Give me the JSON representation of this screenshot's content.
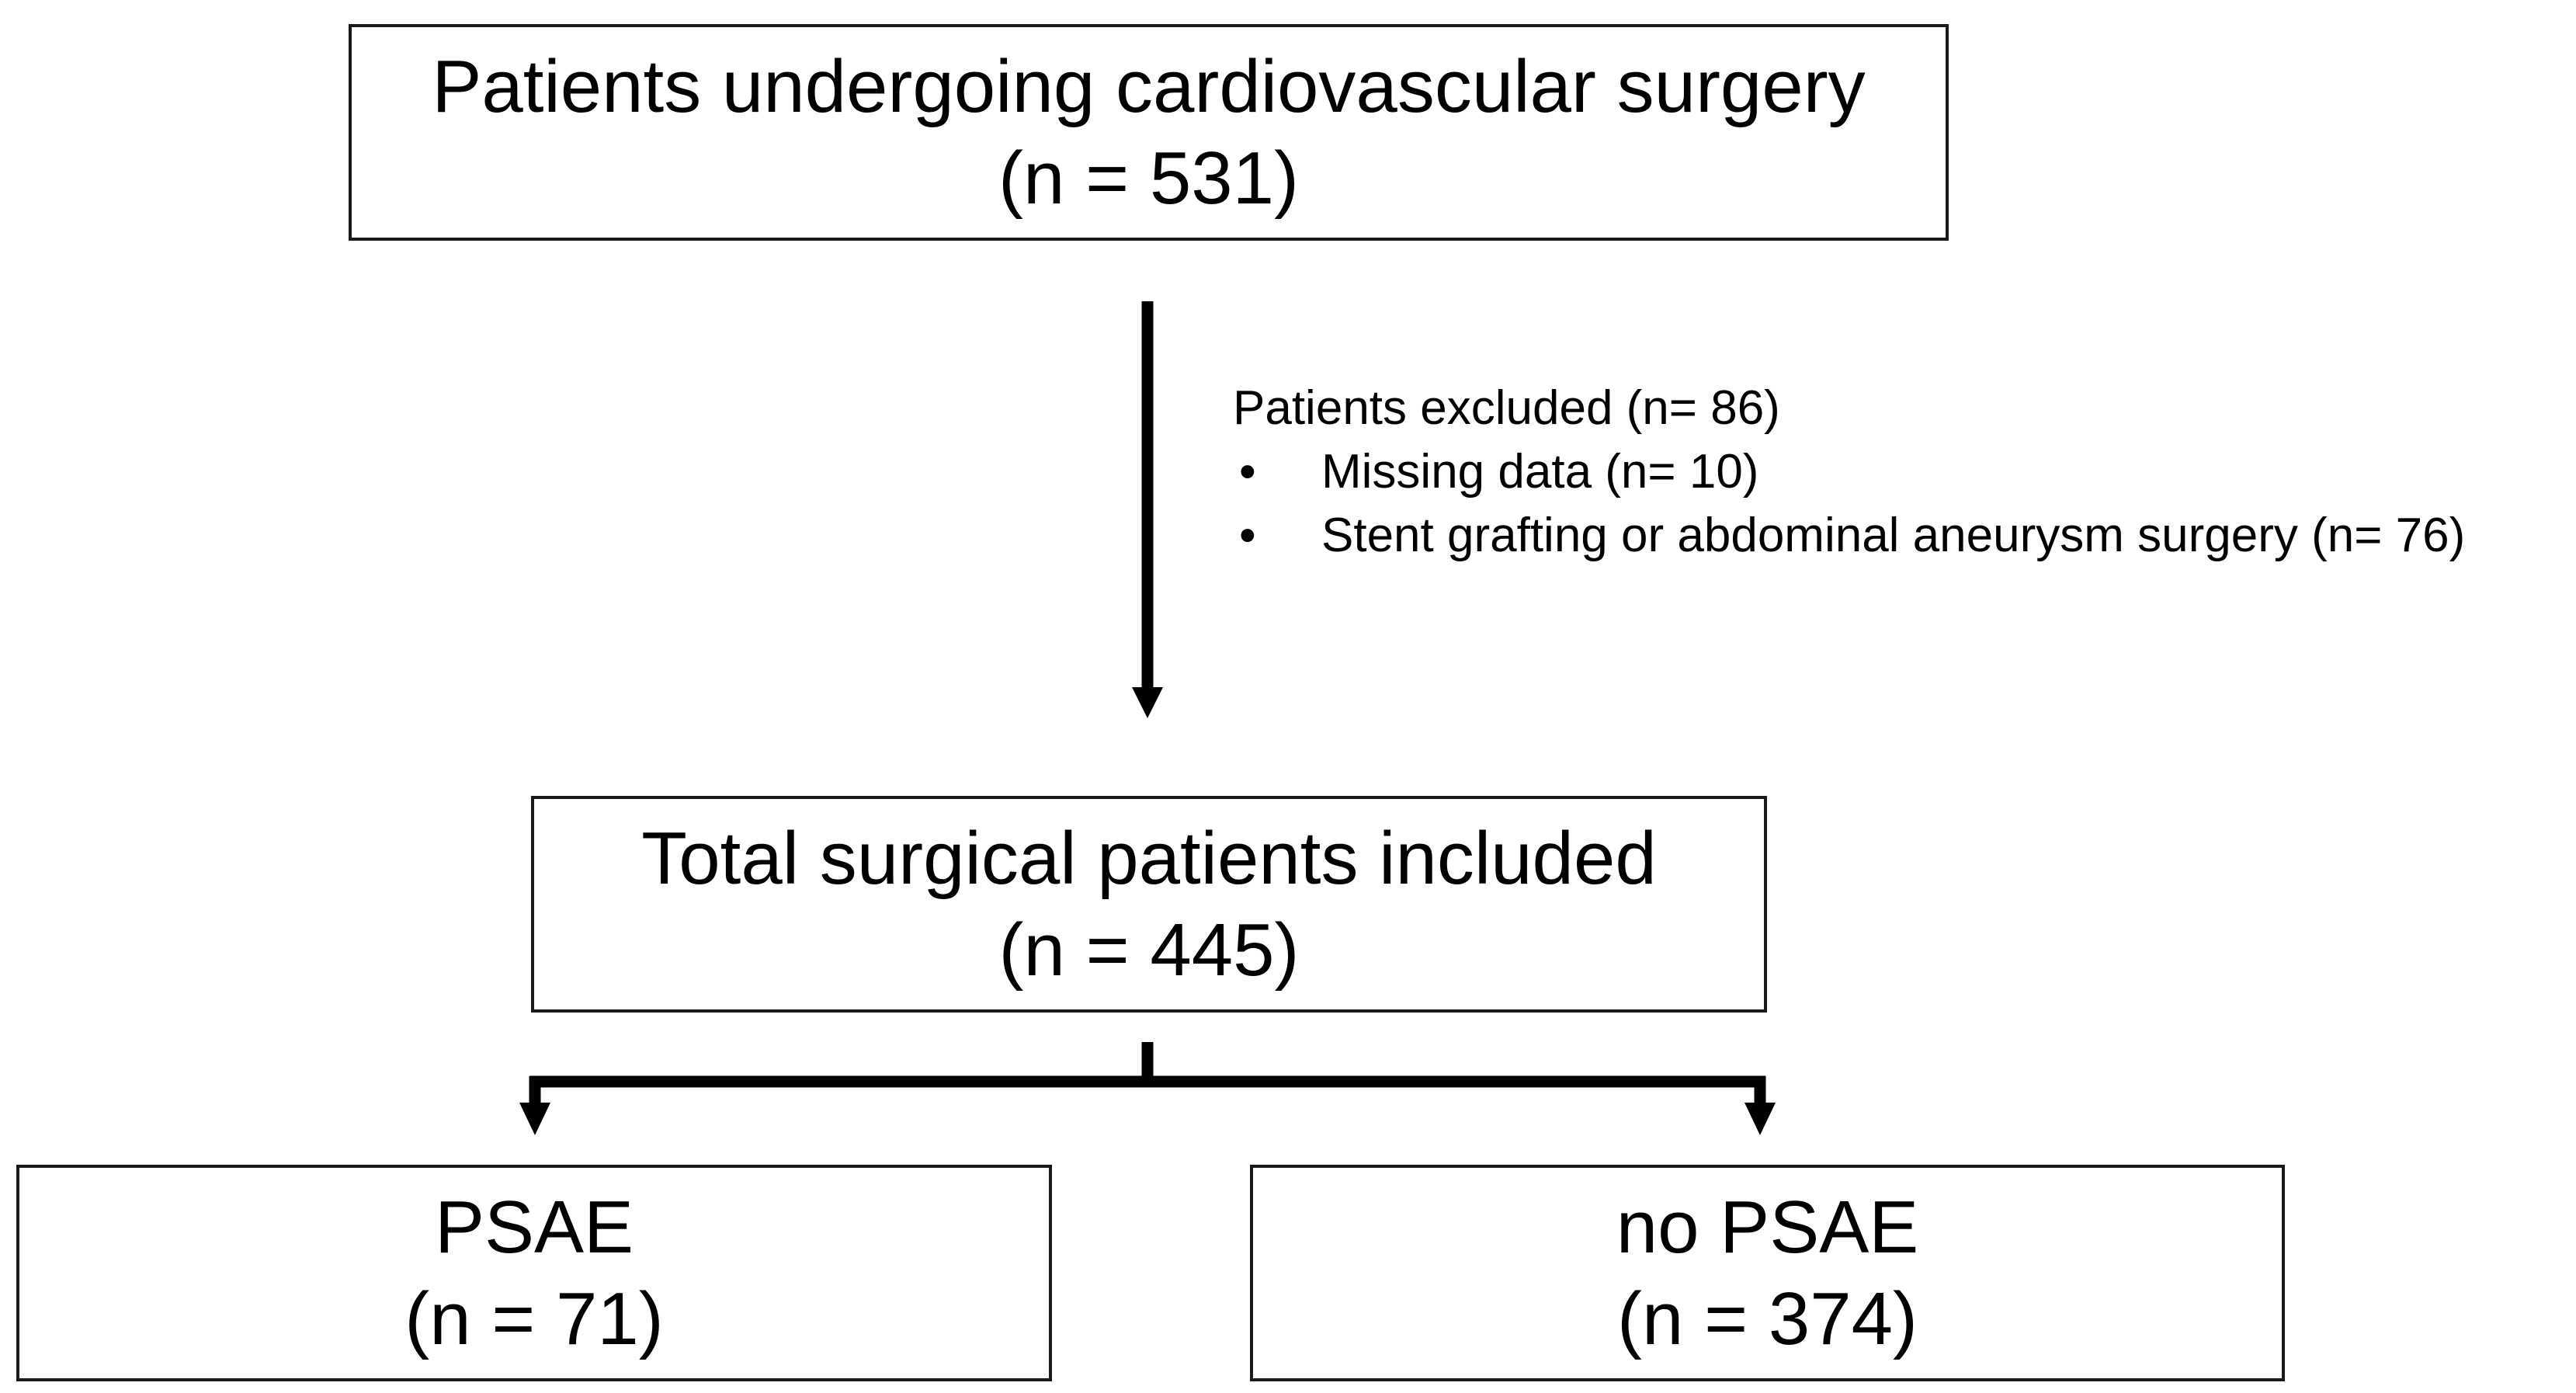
{
  "flowchart": {
    "top_box": {
      "line1": "Patients undergoing cardiovascular surgery",
      "line2": "(n = 531)"
    },
    "exclusion": {
      "heading": "Patients excluded (n= 86)",
      "bullet_char": "•",
      "items": [
        "Missing data (n= 10)",
        "Stent grafting or abdominal aneurysm surgery (n= 76)"
      ]
    },
    "middle_box": {
      "line1": "Total surgical patients included",
      "line2": "(n = 445)"
    },
    "left_box": {
      "line1": "PSAE",
      "line2": "(n = 71)"
    },
    "right_box": {
      "line1": "no PSAE",
      "line2": "(n = 374)"
    }
  }
}
